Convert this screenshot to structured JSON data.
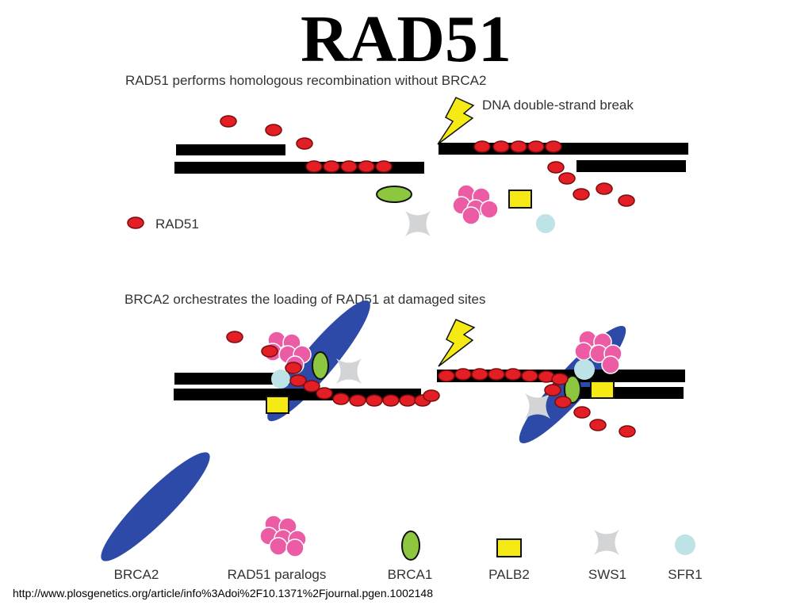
{
  "title": "RAD51",
  "panel_top": {
    "heading": "RAD51 performs homologous recombination without BRCA2",
    "break_label": "DNA double-strand break",
    "rad51_key_label": "RAD51"
  },
  "panel_bottom": {
    "heading": "BRCA2 orchestrates the loading of RAD51 at damaged sites"
  },
  "legend": [
    {
      "icon": "brca2-blue-ellipse",
      "label": "BRCA2"
    },
    {
      "icon": "rad51-paralogs-pink-cluster",
      "label": "RAD51 paralogs"
    },
    {
      "icon": "brca1-green-oval",
      "label": "BRCA1"
    },
    {
      "icon": "palb2-yellow-square",
      "label": "PALB2"
    },
    {
      "icon": "sws1-grey-x",
      "label": "SWS1"
    },
    {
      "icon": "sfr1-lightblue-circle",
      "label": "SFR1"
    }
  ],
  "colors": {
    "rad51": "#e31e24",
    "brca2": "#2e4aa8",
    "paralogs": "#ec5ca5",
    "brca1": "#8dc63f",
    "palb2": "#f5ea14",
    "sws1": "#d3d4d6",
    "sfr1": "#bde3e7",
    "lightning": "#f5ea14",
    "dna": "#000000"
  },
  "source": "http://www.plosgenetics.org/article/info%3Adoi%2F10.1371%2Fjournal.pgen.1002148"
}
